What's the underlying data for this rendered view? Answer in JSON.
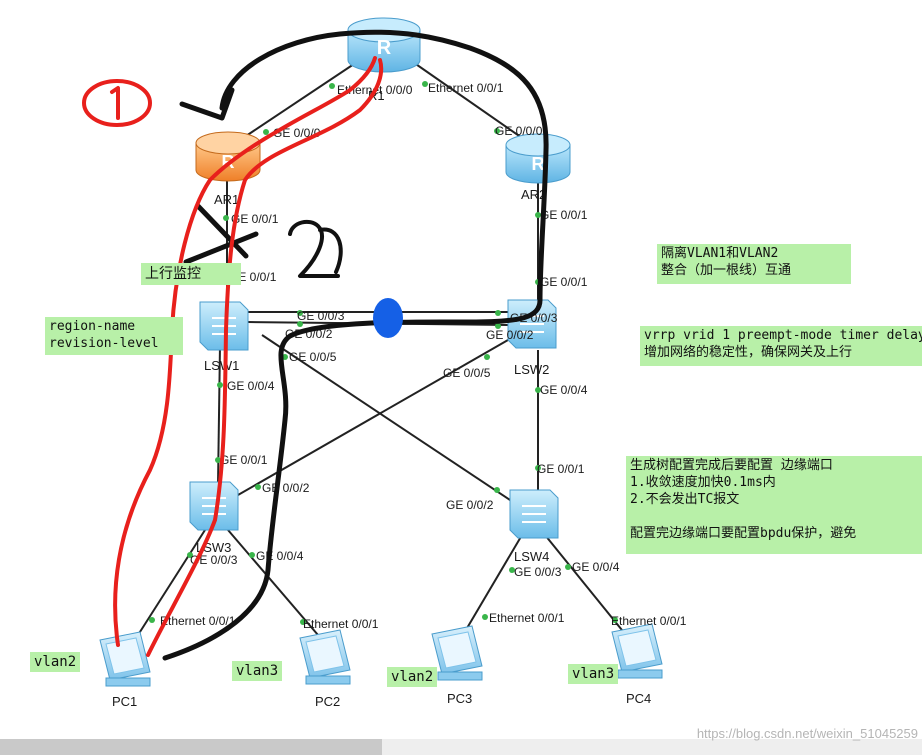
{
  "devices": {
    "r1": "R1",
    "ar1": "AR1",
    "ar2": "AR2",
    "lsw1": "LSW1",
    "lsw2": "LSW2",
    "lsw3": "LSW3",
    "lsw4": "LSW4",
    "pc1": "PC1",
    "pc2": "PC2",
    "pc3": "PC3",
    "pc4": "PC4"
  },
  "ports": {
    "r1_left": "Ethernet 0/0/0",
    "r1_right": "Ethernet 0/0/1",
    "ar1_up": "GE 0/0/0",
    "ar1_down": "GE 0/0/1",
    "ar2_up": "GE 0/0/0",
    "ar2_down": "GE 0/0/1",
    "lsw1_up": "GE 0/0/1",
    "lsw1_right3": "GE 0/0/3",
    "lsw1_right2": "GE 0/0/2",
    "lsw1_5": "GE 0/0/5",
    "lsw1_4": "GE 0/0/4",
    "lsw2_up": "GE 0/0/1",
    "lsw2_3": "GE 0/0/3",
    "lsw2_2": "GE 0/0/2",
    "lsw2_5": "GE 0/0/5",
    "lsw2_4": "GE 0/0/4",
    "lsw3_1": "GE 0/0/1",
    "lsw3_2": "GE 0/0/2",
    "lsw3_3": "GE 0/0/3",
    "lsw3_4": "GE 0/0/4",
    "lsw4_1": "GE 0/0/1",
    "lsw4_2": "GE 0/0/2",
    "lsw4_3": "GE 0/0/3",
    "lsw4_4": "GE 0/0/4",
    "pc1": "Ethernet 0/0/1",
    "pc2": "Ethernet 0/0/1",
    "pc3": "Ethernet 0/0/1",
    "pc4": "Ethernet 0/0/1"
  },
  "notes": {
    "uplink_monitor": "上行监控",
    "region": "region-name\nrevision-level",
    "isolate": "隔离VLAN1和VLAN2\n整合（加一根线）互通",
    "vrrp": "vrrp vrid 1 preempt-mode timer delay\n增加网络的稳定性，确保网关及上行",
    "stp": "生成树配置完成后要配置 边缘端口\n1.收敛速度加快0.1ms内\n2.不会发出TC报文\n\n配置完边缘端口要配置bpdu保护，避免"
  },
  "vlans": {
    "pc1": "vlan2",
    "pc2": "vlan3",
    "pc3": "vlan2",
    "pc4": "vlan3"
  },
  "watermark": "https://blog.csdn.net/weixin_51045259",
  "colors": {
    "router_blue": "#7ec8ee",
    "router_orange": "#f5a04a",
    "switch_blue": "#9ad4f0",
    "note_green": "#b8f0a8",
    "port_dot": "#39b54a",
    "red_stroke": "#e8201c"
  },
  "icons": [
    "router-icon",
    "switch-icon",
    "pc-icon"
  ]
}
